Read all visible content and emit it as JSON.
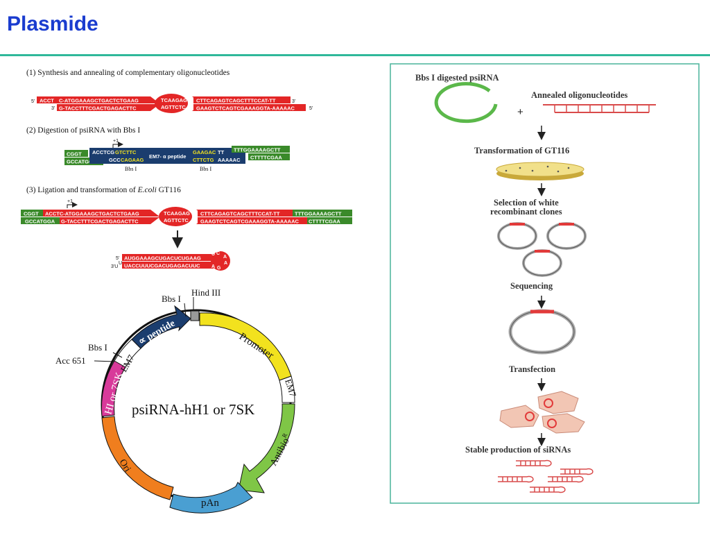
{
  "page": {
    "title": "Plasmide"
  },
  "left": {
    "step1": "(1) Synthesis and annealing of complementary oligonucleotides",
    "step2": "(2) Digestion of psiRNA with Bbs I",
    "step3_a": "(3) Ligation and transformation of ",
    "step3_b": "E.coli",
    "step3_c": " GT116",
    "s1": {
      "p5_top": "5'",
      "p3_top": "3'",
      "p3_bot": "3'",
      "p5_bot": "5'",
      "top_a": "ACCT",
      "top_b": "C-ATGGAAAGCTGACTCTGAAG",
      "top_loop": "TCAAGAG",
      "top_c": "CTTCAGAGTCAGCTTTCCAT-TT",
      "bot_a": "G-TACCTTTCGACTGAGACTTC",
      "bot_loop": "AGTTCTC",
      "bot_c": "GAAGTCTCAGTCGAAAGGTA-AAAAAC"
    },
    "s2": {
      "plus1": "+1",
      "g_top": "CGGT",
      "g_bot": "GCCATGGA",
      "n_top_a": "ACCTCG",
      "n_top_b": "GTCTTC",
      "n_bot_a": "GCC",
      "n_bot_b": "CAGAAG",
      "em7": "EM7- α peptide",
      "r_top_a": "GAAGAC",
      "r_top_b": "TT",
      "r_bot_a": "CTTCTG",
      "r_bot_b": "AAAAAC",
      "rg_top": "TTTGGAAAAGCTT",
      "rg_bot": "CTTTTCGAA",
      "bbs1": "Bbs I",
      "bbs2": "Bbs I"
    },
    "s3": {
      "plus1": "+1",
      "top_g": "CGGT",
      "top_r1": "ACCTC-ATGGAAAGCTGACTCTGAAG",
      "top_loop": "TCAAGAG",
      "top_r2": "CTTCAGAGTCAGCTTTCCAT-TT",
      "top_g2": "TTTGGAAAAGCTT",
      "bot_g": "GCCATGGA",
      "bot_r1": "G-TACCTTTCGACTGAGACTTC",
      "bot_loop": "AGTTCTC",
      "bot_r2": "GAAGTCTCAGTCGAAAGGTA-AAAAAC",
      "bot_g2": "CTTTTCGAA"
    },
    "hairpin": {
      "p5": "5'",
      "p3": "3'U",
      "top": "AUGGAAAGCUGACUCUGAAG",
      "bot": "UACCUUUCGACUGAGACUUC",
      "u": "U",
      "loop1": "U",
      "loop2": "C",
      "loop3": "A",
      "loop4": "A",
      "loop5": "G",
      "loop6": "A"
    }
  },
  "plasmid": {
    "center_label": "psiRNA-hH1 or 7SK",
    "bbs_top": "Bbs I",
    "hind": "Hind III",
    "bbs_left": "Bbs I",
    "acc": "Acc 651",
    "peptide": "∝ peptide",
    "em7_left": "EM7",
    "promoter": "Promoter",
    "em7_right": "EM7",
    "antibio": "Antibio",
    "antibio_sup": "R",
    "pan": "pAn",
    "ori": "Ori",
    "h1": "HI or 7SK"
  },
  "right": {
    "bbs_digest": "Bbs I digested psiRNA",
    "plus": "+",
    "annealed": "Annealed oligonucleotides",
    "transformation": "Transformation of GT116",
    "selection_1": "Selection of white",
    "selection_2": "recombinant clones",
    "sequencing": "Sequencing",
    "transfection": "Transfection",
    "stable": "Stable production of siRNAs"
  },
  "colors": {
    "title": "#1a3ccf",
    "rule": "#2fb89a",
    "red": "#e32626",
    "green": "#3a8a2a",
    "navy": "#1b3d6e",
    "yellow": "#f2e21e",
    "lime": "#7fc646",
    "blue": "#4a9fd2",
    "orange": "#f07e1e",
    "magenta": "#d83a9a",
    "frame": "#49b39a"
  }
}
